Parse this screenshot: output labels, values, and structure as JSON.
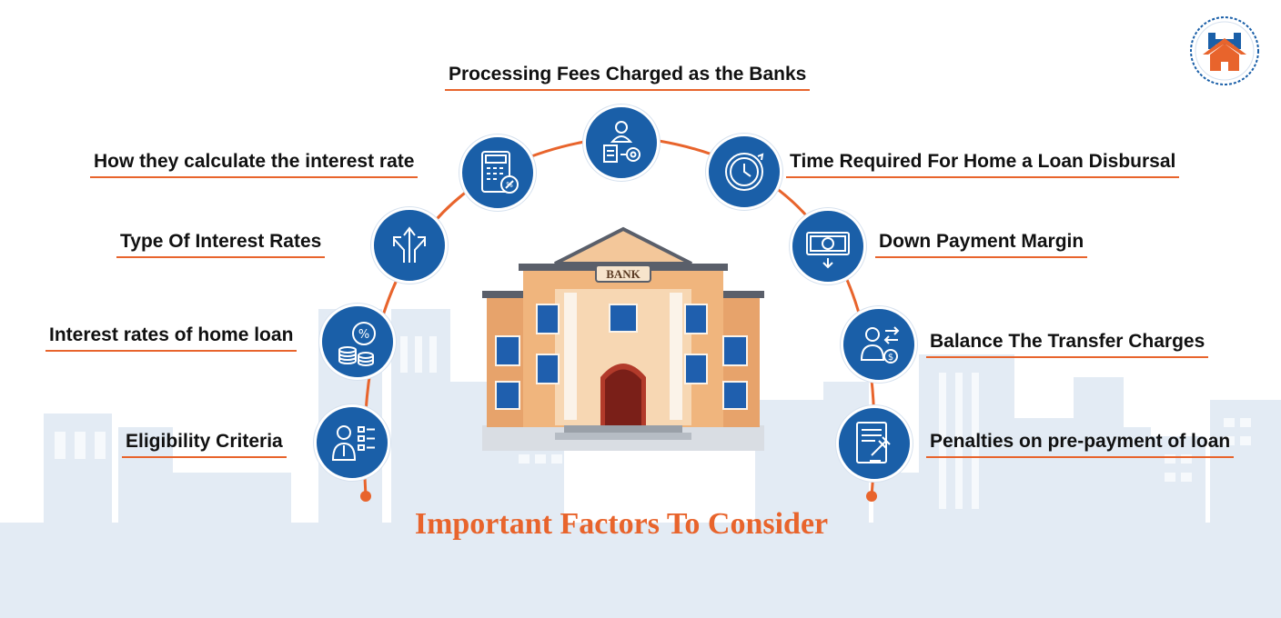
{
  "title": "Important Factors To Consider",
  "building": {
    "sign": "BANK"
  },
  "factors": [
    {
      "label": "Processing Fees Charged as the Banks",
      "icon": "processing-fees-icon"
    },
    {
      "label": "How they calculate the interest rate",
      "icon": "calculator-icon"
    },
    {
      "label": "Time Required For Home a Loan Disbursal",
      "icon": "clock-icon"
    },
    {
      "label": "Type Of Interest Rates",
      "icon": "branching-arrows-icon"
    },
    {
      "label": "Down Payment Margin",
      "icon": "banknote-icon"
    },
    {
      "label": "Interest rates of home loan",
      "icon": "percent-coins-icon"
    },
    {
      "label": "Balance The Transfer Charges",
      "icon": "balance-transfer-icon"
    },
    {
      "label": "Eligibility Criteria",
      "icon": "person-checklist-icon"
    },
    {
      "label": "Penalties on pre-payment of loan",
      "icon": "penalty-document-icon"
    }
  ],
  "colors": {
    "accent": "#e8642c",
    "circle": "#1a5fa8",
    "skyline": "#e3ebf4",
    "text": "#111111"
  }
}
